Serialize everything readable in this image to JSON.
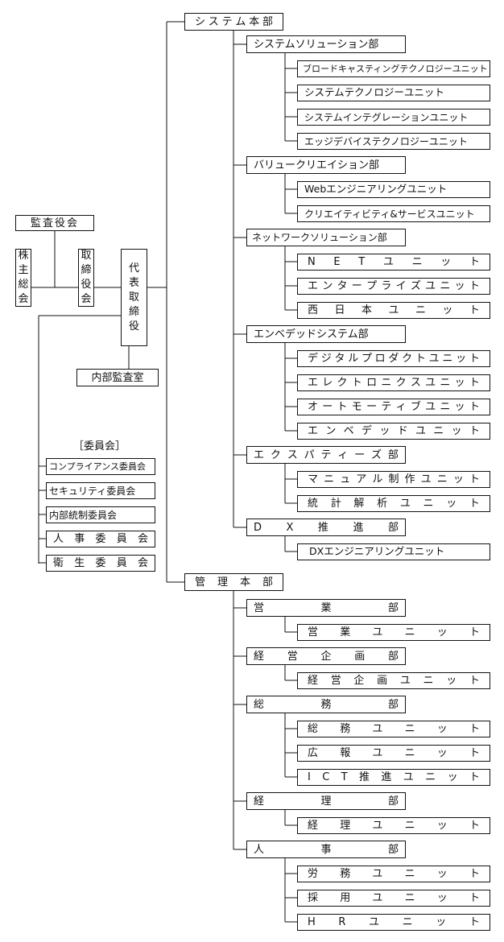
{
  "left": {
    "auditor": "監査役会",
    "shareholders": "株主総会",
    "board": "取締役会",
    "representative": "代表取締役",
    "internal_audit": "内部監査室",
    "committees_label": "［委員会］",
    "committees": [
      "コンプライアンス委員会",
      "セキュリティ委員会",
      "内部統制委員会",
      "人事委員会",
      "衛生委員会"
    ]
  },
  "divisions": [
    {
      "name": "システム本部",
      "departments": [
        {
          "name": "システムソリューション部",
          "units": [
            "ブロードキャスティングテクノロジーユニット",
            "システムテクノロジーユニット",
            "システムインテグレーションユニット",
            "エッジデバイステクノロジーユニット"
          ]
        },
        {
          "name": "バリュークリエイション部",
          "units": [
            "Webエンジニアリングユニット",
            "クリエイティビティ&サービスユニット"
          ]
        },
        {
          "name": "ネットワークソリューション部",
          "units": [
            "NETユニット",
            "エンタープライズユニット",
            "西日本ユニット"
          ]
        },
        {
          "name": "エンベデッドシステム部",
          "units": [
            "デジタルプロダクトユニット",
            "エレクトロニクスユニット",
            "オートモーティブユニット",
            "エンベデッドユニット"
          ]
        },
        {
          "name": "エクスパティーズ部",
          "units": [
            "マニュアル制作ユニット",
            "統計解析ユニット"
          ]
        },
        {
          "name": "DX推進部",
          "units": [
            "DXエンジニアリングユニット"
          ]
        }
      ]
    },
    {
      "name": "管理本部",
      "departments": [
        {
          "name": "営業部",
          "units": [
            "営業ユニット"
          ]
        },
        {
          "name": "経営企画部",
          "units": [
            "経営企画ユニット"
          ]
        },
        {
          "name": "総務部",
          "units": [
            "総務ユニット",
            "広報ユニット",
            "ICT推進ユニット"
          ]
        },
        {
          "name": "経理部",
          "units": [
            "経理ユニット"
          ]
        },
        {
          "name": "人事部",
          "units": [
            "労務ユニット",
            "採用ユニット",
            "HRユニット"
          ]
        }
      ]
    }
  ]
}
